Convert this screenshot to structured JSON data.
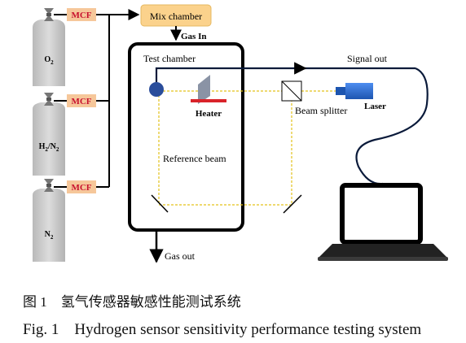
{
  "gases": [
    {
      "label_main": "O",
      "label_sub": "2"
    },
    {
      "label_main": "H",
      "label_sub": "2",
      "label_main2": "/N",
      "label_sub2": "2"
    },
    {
      "label_main": "N",
      "label_sub": "2"
    }
  ],
  "mcf_label": "MCF",
  "mix_chamber": "Mix chamber",
  "gas_in": "Gas In",
  "test_chamber": "Test chamber",
  "heater": "Heater",
  "reference_beam": "Reference beam",
  "beam_splitter": "Beam splitter",
  "laser": "Laser",
  "signal_out": "Signal out",
  "gas_out": "Gas out",
  "caption": {
    "cn": "图 1　氢气传感器敏感性能测试系统",
    "en": "Fig. 1　Hydrogen sensor sensitivity performance testing system"
  },
  "colors": {
    "mcf_fill": "#f6c79a",
    "mix_fill": "#fbd28c",
    "cylinder": "#cfcfcf",
    "sensor_dot": "#2a4d9b",
    "heater_bar": "#d9232a",
    "beam_dash": "#e3c21a",
    "laser_body": "#2a6fd4"
  }
}
